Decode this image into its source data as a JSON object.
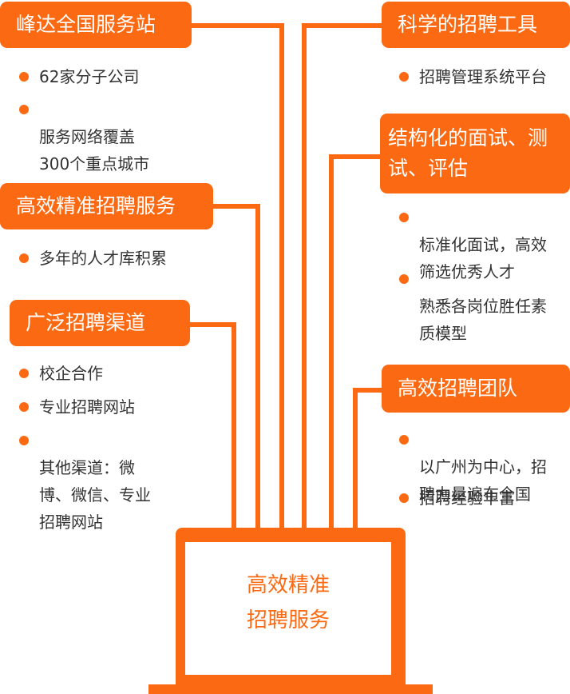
{
  "left": [
    {
      "title": "峰达全国服务站",
      "items": [
        "62家分子公司",
        "服务网络覆盖\n300个重点城市"
      ]
    },
    {
      "title": "高效精准招聘服务",
      "items": [
        "多年的人才库积累"
      ]
    },
    {
      "title": "广泛招聘渠道",
      "items": [
        "校企合作",
        "专业招聘网站",
        "其他渠道：微\n博、微信、专业\n招聘网站"
      ]
    }
  ],
  "right": [
    {
      "title": "科学的招聘工具",
      "items": [
        "招聘管理系统平台"
      ]
    },
    {
      "title": "结构化的面试、测\n试、评估",
      "items": [
        "标准化面试，高效\n筛选优秀人才",
        "熟悉各岗位胜任素\n质模型"
      ]
    },
    {
      "title": "高效招聘团队",
      "items": [
        "以广州为中心，招\n聘力量遍布全国",
        "招聘经验丰富"
      ]
    }
  ],
  "center": {
    "line1": "高效精准",
    "line2": "招聘服务"
  },
  "colors": {
    "accent": "#fb6a13",
    "text": "#333333",
    "background": "#ffffff"
  }
}
